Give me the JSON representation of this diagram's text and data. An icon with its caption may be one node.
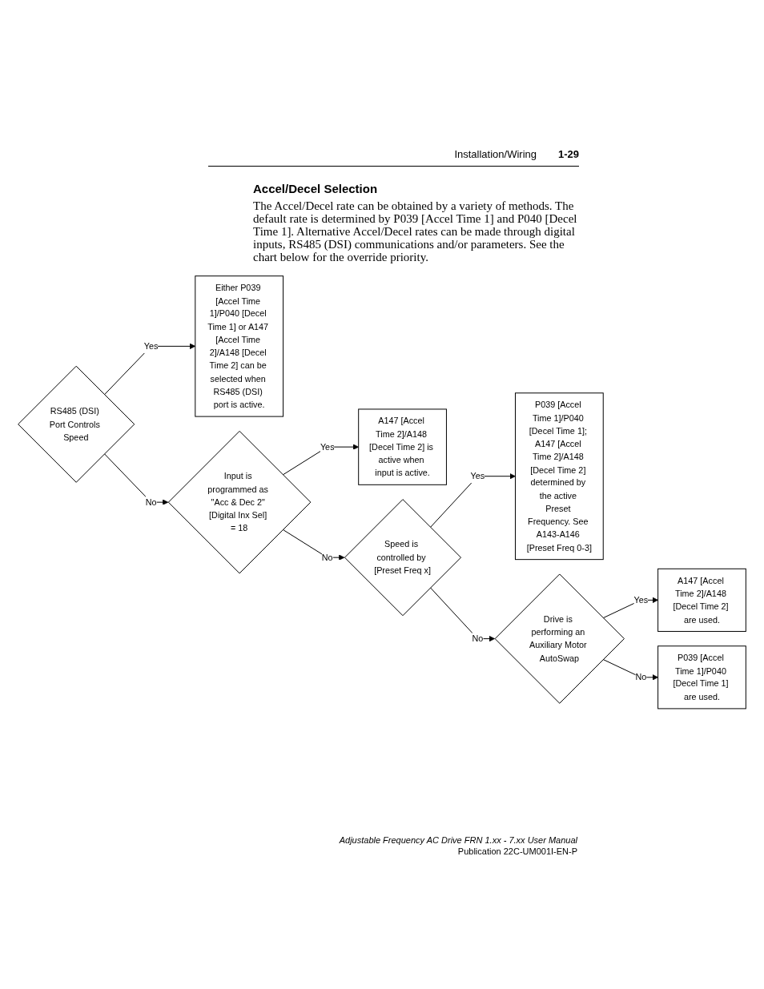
{
  "diagram": {
    "title": "Accel/Decel Selection",
    "nodes": [
      {
        "text": [
          "RS485 (DSI) Port Controls Speed"
        ]
      },
      {
        "text": [
          "Either P039 [Accel Time 1]/P040 [Decel Time 1] or A147 [Accel Time 2]/A148 [Decel Time 2] can be selected when RS485 (DSI) port is active."
        ]
      },
      {
        "text": [
          "Input is programmed as \"Acc & Dec 2\" [Digital Inx Sel] = 18"
        ]
      },
      {
        "text": [
          "A147 [Accel Time 2]/A148 [Decel Time 2] is active when input is active."
        ]
      },
      {
        "text": [
          "Speed is controlled by [Preset Freq x]"
        ]
      },
      {
        "text": [
          "P039 [Accel Time 1]/P040 [Decel Time 1]; A147 [Accel Time 2]/A148 [Decel Time 2] determined by the active Preset Frequency. See A143-A146 [Preset Freq 0-3]"
        ]
      },
      {
        "text": [
          "Drive is performing an Auxiliary Motor AutoSwap"
        ]
      },
      {
        "text": [
          "A147 [Accel Time 2]/A148 [Decel Time 2] are used."
        ]
      },
      {
        "text": [
          "P039 [Accel Time 1]/P040 [Decel Time 1] are used."
        ]
      }
    ],
    "edges": [
      {
        "from": 0,
        "to": 1,
        "arrow": "to",
        "label": "Yes"
      },
      {
        "from": 0,
        "to": 2,
        "arrow": "to",
        "label": "No"
      },
      {
        "from": 2,
        "to": 3,
        "arrow": "to",
        "label": "Yes"
      },
      {
        "from": 2,
        "to": 4,
        "arrow": "to",
        "label": "No"
      },
      {
        "from": 4,
        "to": 5,
        "arrow": "to",
        "label": "Yes"
      },
      {
        "from": 4,
        "to": 6,
        "arrow": "to",
        "label": "No"
      },
      {
        "from": 6,
        "to": 7,
        "arrow": "to",
        "label": "Yes"
      },
      {
        "from": 6,
        "to": 8,
        "arrow": "to",
        "label": "No"
      }
    ],
    "labels": [
      "Installation/Wiring",
      "1-29",
      "The Accel/Decel rate can be obtained by a variety of methods. The default rate is determined by P039 [Accel Time 1] and P040 [Decel Time 1]. Alternative Accel/Decel rates can be made through digital inputs, RS485 (DSI) communications and/or parameters. See the chart below for the override priority.",
      "Adjustable Frequency AC Drive FRN 1.xx - 7.xx User Manual",
      "Publication 22C-UM001I-EN-P"
    ]
  }
}
